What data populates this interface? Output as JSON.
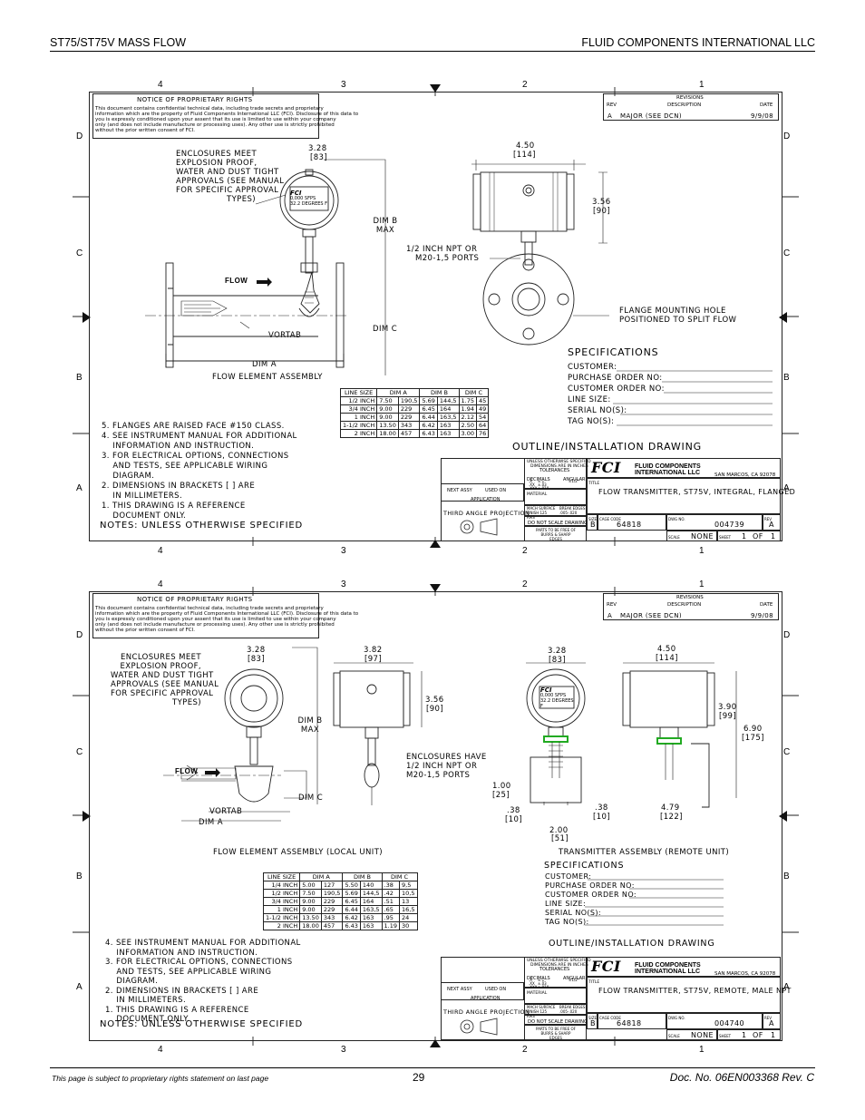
{
  "header": {
    "left": "ST75/ST75V MASS FLOW",
    "right": "FLUID COMPONENTS INTERNATIONAL LLC"
  },
  "footer": {
    "left": "This page is subject to proprietary rights statement on last page",
    "page": "29",
    "right": "Doc. No. 06EN003368 Rev. C"
  },
  "zones": {
    "cols": [
      "4",
      "3",
      "2",
      "1"
    ],
    "rows": [
      "D",
      "C",
      "B",
      "A"
    ]
  },
  "proprietary": {
    "title": "NOTICE OF PROPRIETARY RIGHTS",
    "body": [
      "This document contains confidential technical data, including trade secrets and proprietary",
      "information which are the property of Fluid Components International LLC (FCI). Disclosure of this data to",
      "you is expressly conditioned upon your assent that its use is limited to use within your company",
      "only (and does not include manufacture or processing uses). Any other use is strictly prohibited",
      "without the prior written consent of FCI."
    ]
  },
  "revisions": {
    "title": "REVISIONS",
    "headers": [
      "REV",
      "DESCRIPTION",
      "DATE"
    ],
    "row": [
      "A",
      "MAJOR (SEE DCN)",
      "9/9/08"
    ]
  },
  "drawing1": {
    "enclosure_note": [
      "ENCLOSURES MEET",
      "EXPLOSION PROOF,",
      "WATER AND DUST TIGHT",
      "APPROVALS (SEE MANUAL",
      "FOR SPECIFIC APPROVAL",
      "TYPES)"
    ],
    "dim_328": "3.28",
    "dim_83": "[83]",
    "dim_450": "4.50",
    "dim_114": "[114]",
    "dim_356": "3.56",
    "dim_90": "[90]",
    "dim_b_max": [
      "DIM B",
      "MAX"
    ],
    "npt_note": [
      "1/2 INCH NPT OR",
      "M20-1,5 PORTS"
    ],
    "flow": "FLOW",
    "vortab": "VORTAB",
    "dim_c": "DIM C",
    "dim_a": "DIM A",
    "assembly": "FLOW ELEMENT ASSEMBLY",
    "flange_note": [
      "FLANGE MOUNTING HOLE",
      "POSITIONED TO SPLIT FLOW"
    ],
    "display": [
      "0,000",
      "SFPS",
      "32.2 DEGREES F"
    ],
    "table": {
      "headers": [
        "LINE SIZE",
        "DIM A",
        "DIM B",
        "DIM C"
      ],
      "rows": [
        [
          "1/2 INCH",
          "7.50",
          "190,5",
          "5.69",
          "144,5",
          "1.75",
          "45"
        ],
        [
          "3/4 INCH",
          "9.00",
          "229",
          "6.45",
          "164",
          "1.94",
          "49"
        ],
        [
          "1 INCH",
          "9.00",
          "229",
          "6.44",
          "163,5",
          "2.12",
          "54"
        ],
        [
          "1-1/2 INCH",
          "13.50",
          "343",
          "6.42",
          "163",
          "2.50",
          "64"
        ],
        [
          "2 INCH",
          "18.00",
          "457",
          "6.43",
          "163",
          "3.00",
          "76"
        ]
      ]
    },
    "notes": [
      "5. FLANGES ARE RAISED FACE #150 CLASS.",
      "4. SEE INSTRUMENT MANUAL FOR ADDITIONAL",
      "    INFORMATION AND INSTRUCTION.",
      "3. FOR ELECTRICAL OPTIONS, CONNECTIONS",
      "    AND TESTS, SEE APPLICABLE WIRING",
      "    DIAGRAM.",
      "2. DIMENSIONS IN BRACKETS [ ] ARE",
      "    IN MILLIMETERS.",
      "1. THIS DRAWING IS A REFERENCE",
      "    DOCUMENT ONLY."
    ],
    "notes_title": "NOTES: UNLESS OTHERWISE SPECIFIED",
    "spec_title": "SPECIFICATIONS",
    "spec_fields": [
      "CUSTOMER:",
      "PURCHASE ORDER NO:",
      "CUSTOMER ORDER NO:",
      "LINE SIZE:",
      "SERIAL NO(S):",
      "TAG NO(S):"
    ],
    "outline": "OUTLINE/INSTALLATION DRAWING",
    "title": "FLOW TRANSMITTER, ST75V, INTEGRAL, FLANGED",
    "dwg_no": "004739"
  },
  "drawing2": {
    "enclosure_note": [
      "ENCLOSURES MEET",
      "EXPLOSION PROOF,",
      "WATER AND DUST TIGHT",
      "APPROVALS (SEE MANUAL",
      "FOR SPECIFIC APPROVAL",
      "TYPES)"
    ],
    "dim_328": "3.28",
    "dim_83": "[83]",
    "dim_382": "3.82",
    "dim_97": "[97]",
    "dim_356": "3.56",
    "dim_90": "[90]",
    "dim_328b": "3.28",
    "dim_83b": "[83]",
    "dim_450": "4.50",
    "dim_114": "[114]",
    "dim_390": "3.90",
    "dim_99": "[99]",
    "dim_690": "6.90",
    "dim_175": "[175]",
    "dim_100": "1.00",
    "dim_25": "[25]",
    "dim_38a": ".38",
    "dim_10a": "[10]",
    "dim_38b": ".38",
    "dim_10b": "[10]",
    "dim_479": "4.79",
    "dim_122": "[122]",
    "dim_200": "2.00",
    "dim_51": "[51]",
    "dim_b_max": [
      "DIM B",
      "MAX"
    ],
    "npt_note": [
      "ENCLOSURES HAVE",
      "1/2 INCH NPT OR",
      "M20-1,5 PORTS"
    ],
    "flow": "FLOW",
    "vortab": "VORTAB",
    "dim_c": "DIM C",
    "dim_a": "DIM A",
    "assembly_local": "FLOW ELEMENT ASSEMBLY (LOCAL UNIT)",
    "assembly_remote": "TRANSMITTER ASSEMBLY (REMOTE UNIT)",
    "table": {
      "headers": [
        "LINE SIZE",
        "DIM A",
        "DIM B",
        "DIM C"
      ],
      "rows": [
        [
          "1/4 INCH",
          "5.00",
          "127",
          "5.50",
          "140",
          ".38",
          "9,5"
        ],
        [
          "1/2 INCH",
          "7.50",
          "190,5",
          "5.69",
          "144,5",
          ".42",
          "10,5"
        ],
        [
          "3/4 INCH",
          "9.00",
          "229",
          "6.45",
          "164",
          ".51",
          "13"
        ],
        [
          "1 INCH",
          "9.00",
          "229",
          "6.44",
          "163,5",
          ".65",
          "16,5"
        ],
        [
          "1-1/2 INCH",
          "13.50",
          "343",
          "6.42",
          "163",
          ".95",
          "24"
        ],
        [
          "2 INCH",
          "18.00",
          "457",
          "6.43",
          "163",
          "1.19",
          "30"
        ]
      ]
    },
    "notes": [
      "4. SEE INSTRUMENT MANUAL FOR ADDITIONAL",
      "    INFORMATION AND INSTRUCTION.",
      "3. FOR ELECTRICAL OPTIONS, CONNECTIONS",
      "    AND TESTS, SEE APPLICABLE WIRING",
      "    DIAGRAM.",
      "2. DIMENSIONS IN BRACKETS [ ] ARE",
      "    IN MILLIMETERS.",
      "1. THIS DRAWING IS A REFERENCE",
      "    DOCUMENT ONLY."
    ],
    "notes_title": "NOTES: UNLESS OTHERWISE SPECIFIED",
    "spec_title": "SPECIFICATIONS",
    "spec_fields": [
      "CUSTOMER:",
      "PURCHASE ORDER NO:",
      "CUSTOMER ORDER NO:",
      "LINE SIZE:",
      "SERIAL NO(S):",
      "TAG NO(S):"
    ],
    "outline": "OUTLINE/INSTALLATION DRAWING",
    "title": "FLOW TRANSMITTER, ST75V, REMOTE, MALE NPT",
    "dwg_no": "004740"
  },
  "titleblock": {
    "tol": [
      "UNLESS OTHERWISE SPECIFIED",
      "DIMENSIONS ARE IN INCHES",
      "TOLERANCES"
    ],
    "decimals": "DECIMALS",
    "angular": "ANGULAR",
    "tol_x": ".X",
    "tol_xx": ".XX",
    "tol_xxx": ".XXX",
    "tol_vx": "±.1",
    "tol_vxx": "±.03",
    "tol_vxxx": "±.010",
    "tol_ang": "±1/2°",
    "next_assy": "NEXT ASSY",
    "used_on": "USED ON",
    "application": "APPLICATION",
    "material": "MATERIAL",
    "third_angle": "THIRD ANGLE PROJECTION",
    "finish": "MACH SURFACE FINISH 125 RMS",
    "break": "BREAK EDGES .005-.020",
    "do_not_scale": "DO NOT SCALE DRAWING",
    "burrs": "PARTS TO BE FREE OF BURRS & SHARP EDGES",
    "company_line1": "FLUID COMPONENTS",
    "company_line2": "INTERNATIONAL LLC",
    "logo": "FCI",
    "city": "SAN MARCOS, CA 92078",
    "title_label": "TITLE",
    "size_label": "SIZE",
    "cage_label": "CAGE CODE",
    "dwg_label": "DWG NO.",
    "rev_label": "REV",
    "size": "B",
    "cage": "64818",
    "rev": "A",
    "scale_label": "SCALE",
    "scale": "NONE",
    "sheet_label": "SHEET",
    "sheet": "1",
    "of": "OF",
    "sheets": "1"
  }
}
